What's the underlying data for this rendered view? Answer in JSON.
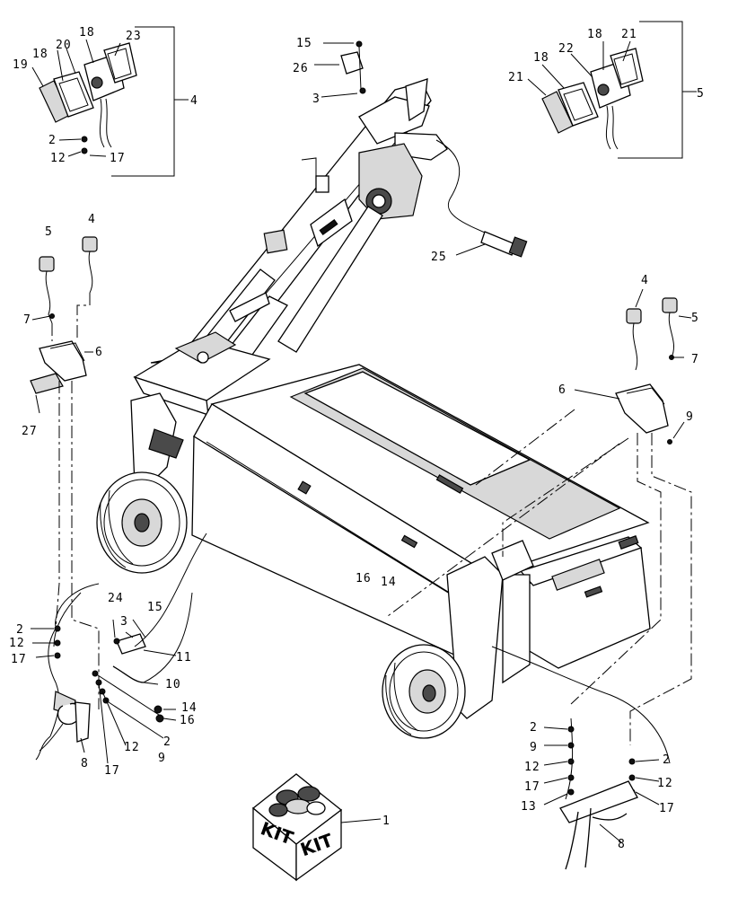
{
  "callouts": {
    "c1": "1",
    "c2a": "2",
    "c2b": "2",
    "c2c": "2",
    "c2d": "2",
    "c2e": "2",
    "c3a": "3",
    "c3b": "3",
    "c4a": "4",
    "c4b": "4",
    "c4c": "4",
    "c5a": "5",
    "c5b": "5",
    "c5c": "5",
    "c6a": "6",
    "c6b": "6",
    "c7a": "7",
    "c7b": "7",
    "c8a": "8",
    "c8b": "8",
    "c9a": "9",
    "c9b": "9",
    "c9c": "9",
    "c10": "10",
    "c11": "11",
    "c12a": "12",
    "c12b": "12",
    "c12c": "12",
    "c12d": "12",
    "c12e": "12",
    "c13": "13",
    "c14a": "14",
    "c14b": "14",
    "c15a": "15",
    "c15b": "15",
    "c16a": "16",
    "c16b": "16",
    "c17a": "17",
    "c17b": "17",
    "c17c": "17",
    "c17d": "17",
    "c17e": "17",
    "c18a": "18",
    "c18b": "18",
    "c18c": "18",
    "c18d": "18",
    "c19": "19",
    "c20": "20",
    "c21a": "21",
    "c21b": "21",
    "c22": "22",
    "c23": "23",
    "c24": "24",
    "c25": "25",
    "c26": "26",
    "c27": "27"
  },
  "kit_box": {
    "label_left": "KIT",
    "label_right": "KIT"
  }
}
